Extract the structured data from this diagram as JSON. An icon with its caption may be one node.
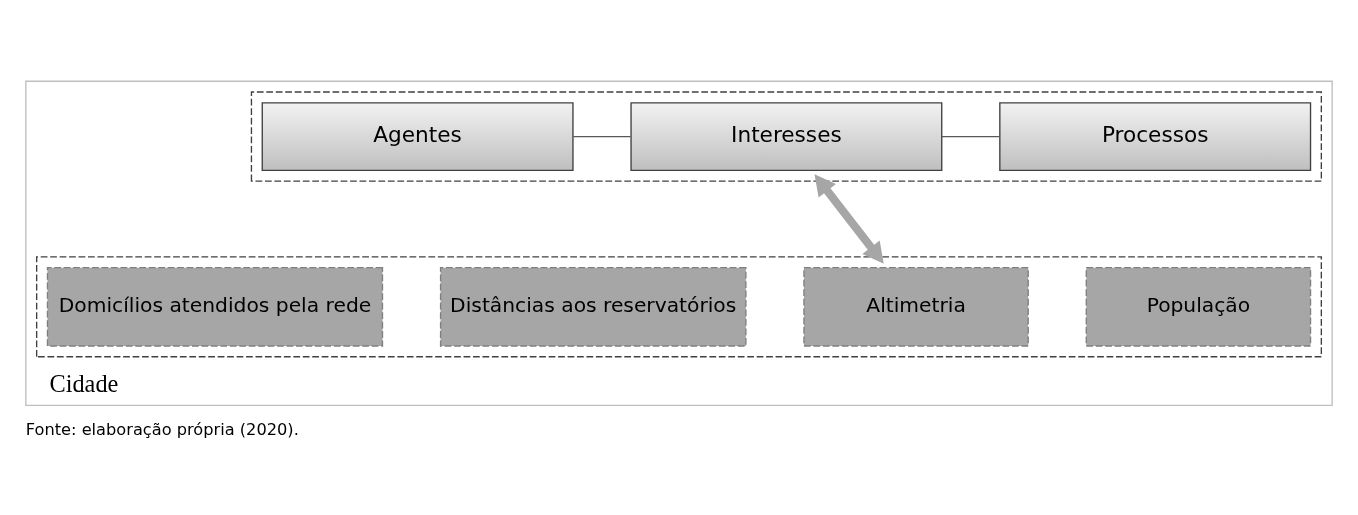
{
  "diagram": {
    "caption": "Fonte: elaboração própria (2020).",
    "nodes": [
      {
        "text": [
          "Cidade"
        ]
      },
      {
        "text": [],
        "shape": "box",
        "in": 0
      },
      {
        "text": [
          "Agentes"
        ],
        "in": 1
      },
      {
        "text": [
          "Interesses"
        ],
        "in": 1
      },
      {
        "text": [
          "Processos"
        ],
        "in": 1
      },
      {
        "text": [],
        "shape": "box",
        "in": 0
      },
      {
        "text": [
          "População"
        ],
        "in": 5
      },
      {
        "text": [
          "Altimetria"
        ],
        "in": 5
      },
      {
        "text": [
          "Distâncias aos reservatórios"
        ],
        "in": 5
      },
      {
        "text": [
          "Domicílios atendidos pela rede"
        ],
        "in": 5
      }
    ],
    "edges": [
      {
        "from": 2,
        "to": 3,
        "arrow": "none"
      },
      {
        "from": 3,
        "to": 4,
        "arrow": "none"
      },
      {
        "from": 1,
        "to": 5,
        "arrow": "both",
        "style": "thick",
        "color": "#a6a6a6"
      }
    ]
  }
}
